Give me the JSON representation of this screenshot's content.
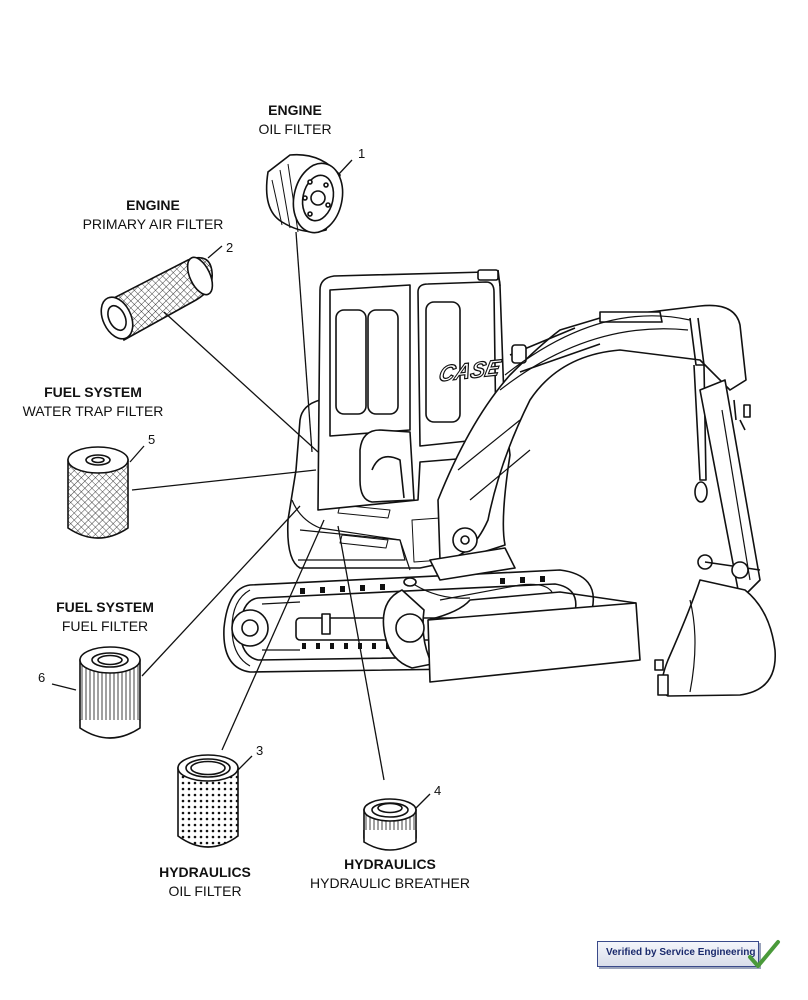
{
  "callouts": [
    {
      "id": "1",
      "title": "ENGINE",
      "subtitle": "OIL FILTER"
    },
    {
      "id": "2",
      "title": "ENGINE",
      "subtitle": "PRIMARY AIR FILTER"
    },
    {
      "id": "3",
      "title": "HYDRAULICS",
      "subtitle": "OIL FILTER"
    },
    {
      "id": "4",
      "title": "HYDRAULICS",
      "subtitle": "HYDRAULIC BREATHER"
    },
    {
      "id": "5",
      "title": "FUEL SYSTEM",
      "subtitle": "WATER TRAP FILTER"
    },
    {
      "id": "6",
      "title": "FUEL SYSTEM",
      "subtitle": "FUEL FILTER"
    }
  ],
  "machine": {
    "brand": "CASE"
  },
  "badge": {
    "text": "Verified by Service Engineering",
    "check_color": "#4a9a3a"
  }
}
